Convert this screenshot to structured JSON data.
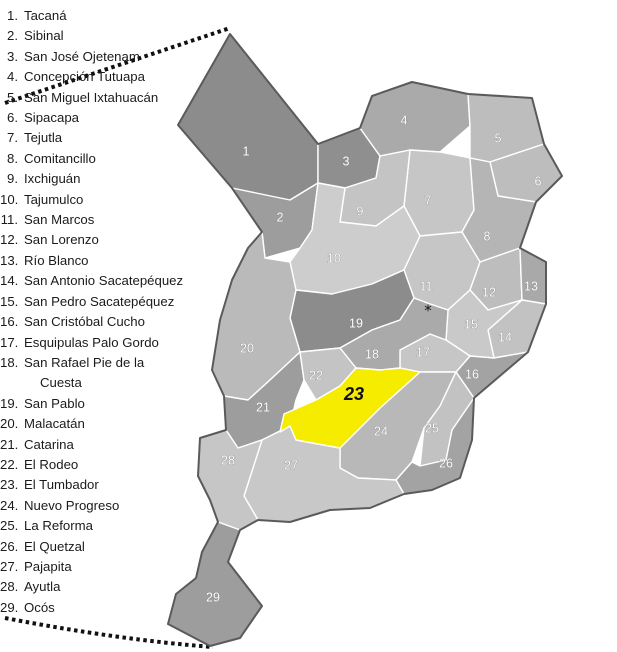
{
  "legend": [
    {
      "num": "1.",
      "name": "Tacaná"
    },
    {
      "num": "2.",
      "name": "Sibinal"
    },
    {
      "num": "3.",
      "name": "San José Ojetenam"
    },
    {
      "num": "4.",
      "name": "Concepción Tutuapa"
    },
    {
      "num": "5.",
      "name": "San Miguel Ixtahuacán"
    },
    {
      "num": "6.",
      "name": "Sipacapa"
    },
    {
      "num": "7.",
      "name": "Tejutla"
    },
    {
      "num": "8.",
      "name": "Comitancillo"
    },
    {
      "num": "9.",
      "name": "Ixchiguán"
    },
    {
      "num": "10.",
      "name": "Tajumulco"
    },
    {
      "num": "11.",
      "name": "San Marcos"
    },
    {
      "num": "12.",
      "name": "San Lorenzo"
    },
    {
      "num": "13.",
      "name": "Río Blanco"
    },
    {
      "num": "14.",
      "name": "San Antonio Sacatepéquez"
    },
    {
      "num": "15.",
      "name": "San Pedro Sacatepéquez"
    },
    {
      "num": "16.",
      "name": "San Cristóbal Cucho"
    },
    {
      "num": "17.",
      "name": "Esquipulas Palo Gordo"
    },
    {
      "num": "18.",
      "name": "San Rafael Pie de la Cuesta"
    },
    {
      "num": "19.",
      "name": "San Pablo"
    },
    {
      "num": "20.",
      "name": "Malacatán"
    },
    {
      "num": "21.",
      "name": "Catarina"
    },
    {
      "num": "22.",
      "name": "El Rodeo"
    },
    {
      "num": "23.",
      "name": "El Tumbador"
    },
    {
      "num": "24.",
      "name": "Nuevo Progreso"
    },
    {
      "num": "25.",
      "name": "La Reforma"
    },
    {
      "num": "26.",
      "name": "El Quetzal"
    },
    {
      "num": "27.",
      "name": "Pajapita"
    },
    {
      "num": "28.",
      "name": "Ayutla"
    },
    {
      "num": "29.",
      "name": "Ocós"
    }
  ],
  "legend_18_line1": "San Rafael Pie de la",
  "legend_18_line2": "Cuesta",
  "map_labels": [
    "1",
    "2",
    "3",
    "4",
    "5",
    "6",
    "7",
    "8",
    "9",
    "10",
    "11",
    "12",
    "13",
    "14",
    "15",
    "16",
    "17",
    "18",
    "19",
    "20",
    "21",
    "22",
    "23",
    "24",
    "25",
    "26",
    "27",
    "28",
    "29"
  ],
  "capital_marker": "*",
  "colors": {
    "highlight": "#f5ec00",
    "shade_dark": "#8c8c8c",
    "shade_mid": "#a6a6a6",
    "shade_light": "#bdbdbd",
    "shade_lighter": "#cccccc",
    "outline": "#5a5a5a"
  }
}
